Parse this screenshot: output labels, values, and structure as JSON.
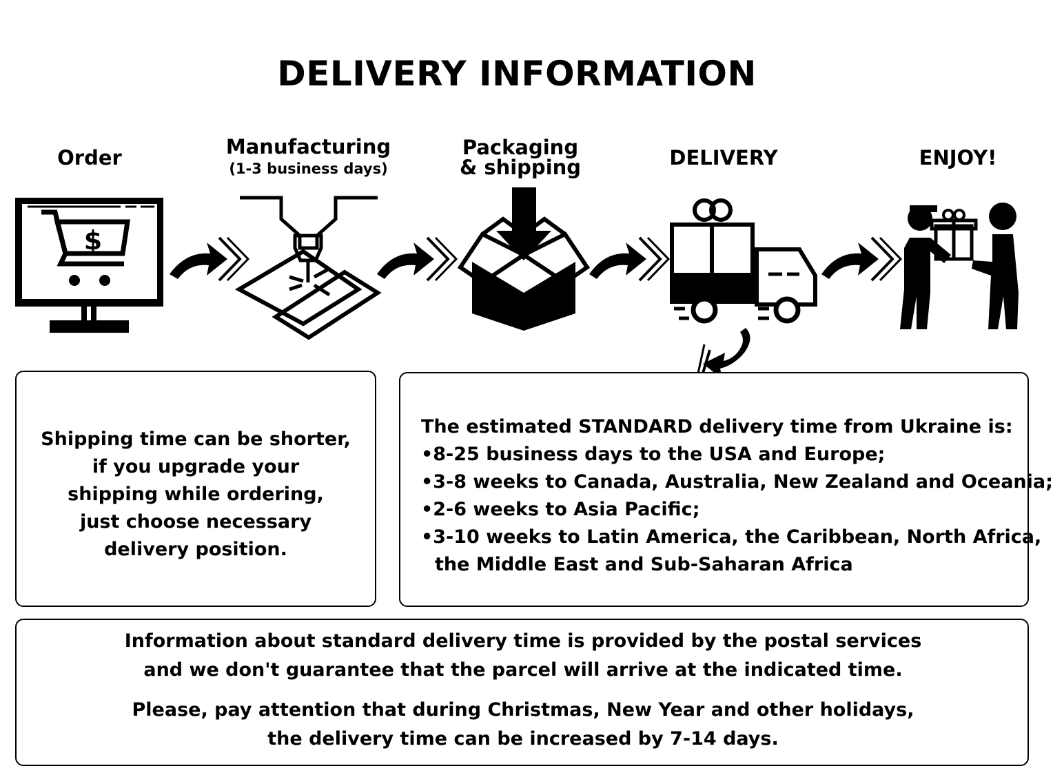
{
  "title": "DELIVERY INFORMATION",
  "steps": [
    {
      "label": "Order",
      "sub": "",
      "icon": "monitor-cart-icon"
    },
    {
      "label": "Manufacturing",
      "sub": "(1-3 business days)",
      "icon": "laser-cutting-icon"
    },
    {
      "label": "Packaging",
      "label2": "& shipping",
      "sub": "",
      "icon": "open-box-icon"
    },
    {
      "label": "DELIVERY",
      "sub": "",
      "icon": "delivery-truck-icon"
    },
    {
      "label": "ENJOY!",
      "sub": "",
      "icon": "gift-handover-icon"
    }
  ],
  "left_box": {
    "lines": [
      "Shipping time can be shorter,",
      "if you upgrade your",
      "shipping while ordering,",
      "just choose necessary",
      "delivery position."
    ]
  },
  "right_box": {
    "intro": "The estimated STANDARD delivery time from Ukraine is:",
    "bullets": [
      "•8-25 business days to the USA and Europe;",
      "•3-8 weeks to Canada, Australia, New Zealand and Oceania;",
      "•2-6 weeks to Asia Pacific;",
      "•3-10 weeks to Latin America, the Caribbean, North Africa,"
    ],
    "bullet_cont": "the Middle East and Sub-Saharan Africa"
  },
  "bottom_box": {
    "line1": "Information about standard delivery time is provided by the postal services",
    "line2": "and we don't guarantee that the parcel will arrive at the indicated time.",
    "line3": "Please, pay attention that during Christmas, New Year and other holidays,",
    "line4": "the delivery time can be increased by 7-14 days."
  },
  "icons": {
    "dollar": "$",
    "arrow": "curved-arrow-icon"
  }
}
